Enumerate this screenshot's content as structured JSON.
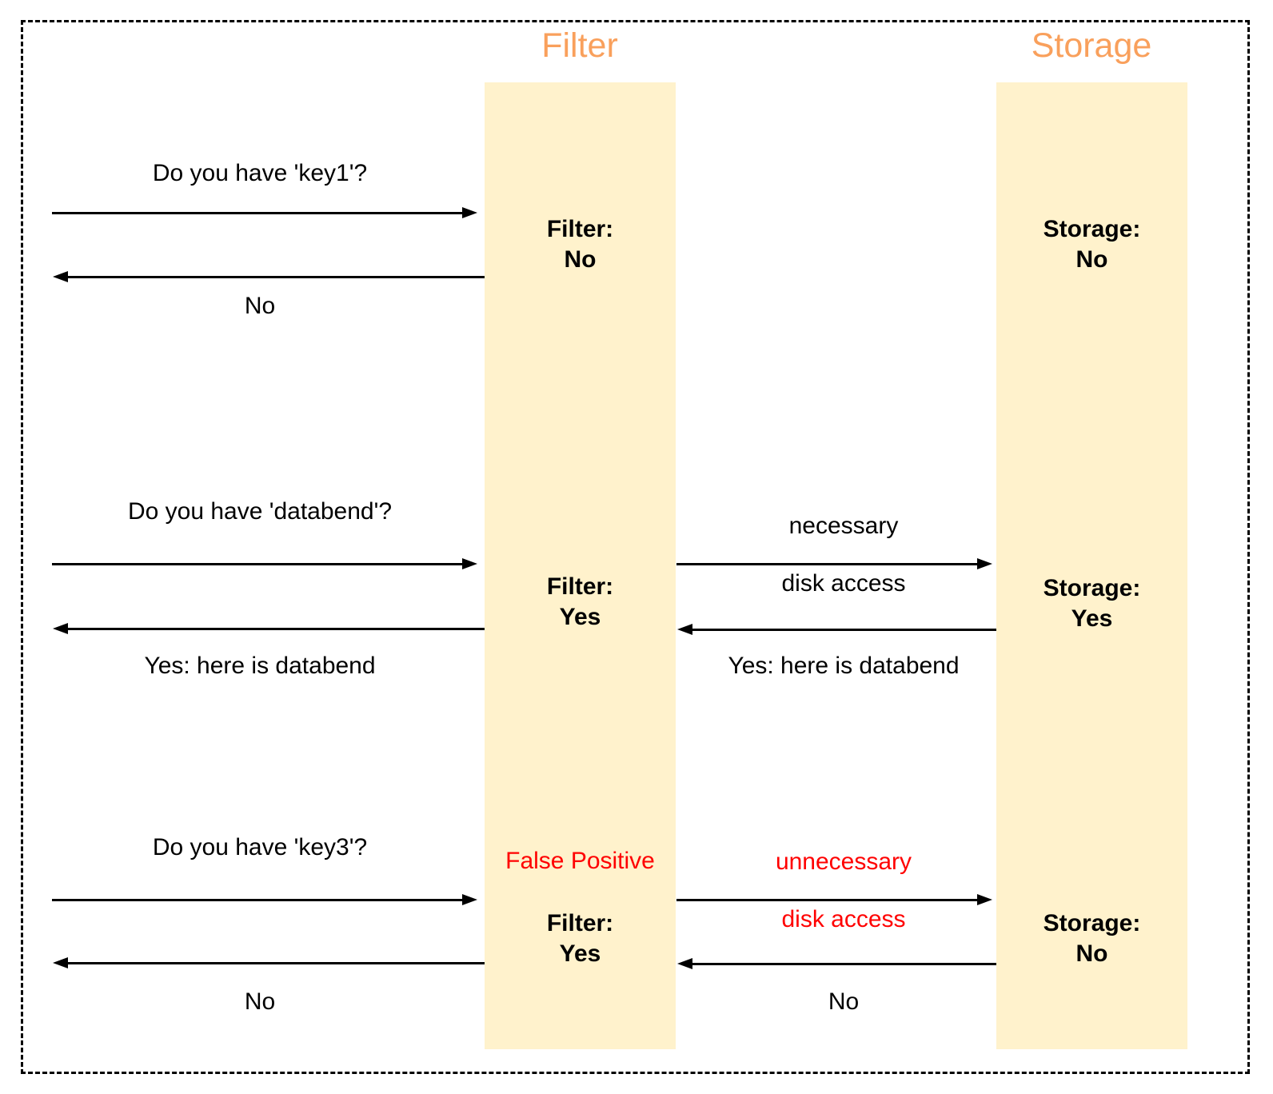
{
  "headers": {
    "filter": "Filter",
    "storage": "Storage"
  },
  "colors": {
    "header_orange": "#F9A05C",
    "lifeline_yellow": "#FFF2CC",
    "alert_red": "#FF0000",
    "line_black": "#000000"
  },
  "scenarios": [
    {
      "request": "Do you have 'key1'?",
      "response": "No",
      "filter_state": {
        "label": "Filter:",
        "value": "No"
      },
      "storage_state": {
        "label": "Storage:",
        "value": "No"
      }
    },
    {
      "request": "Do you have 'databend'?",
      "response": "Yes: here is databend",
      "note_line1": "necessary",
      "note_line2": "disk access",
      "mid_response": "Yes: here is databend",
      "filter_state": {
        "label": "Filter:",
        "value": "Yes"
      },
      "storage_state": {
        "label": "Storage:",
        "value": "Yes"
      }
    },
    {
      "request": "Do you have 'key3'?",
      "response": "No",
      "false_positive": "False Positive",
      "note_line1": "unnecessary",
      "note_line2": "disk access",
      "mid_response": "No",
      "filter_state": {
        "label": "Filter:",
        "value": "Yes"
      },
      "storage_state": {
        "label": "Storage:",
        "value": "No"
      }
    }
  ]
}
